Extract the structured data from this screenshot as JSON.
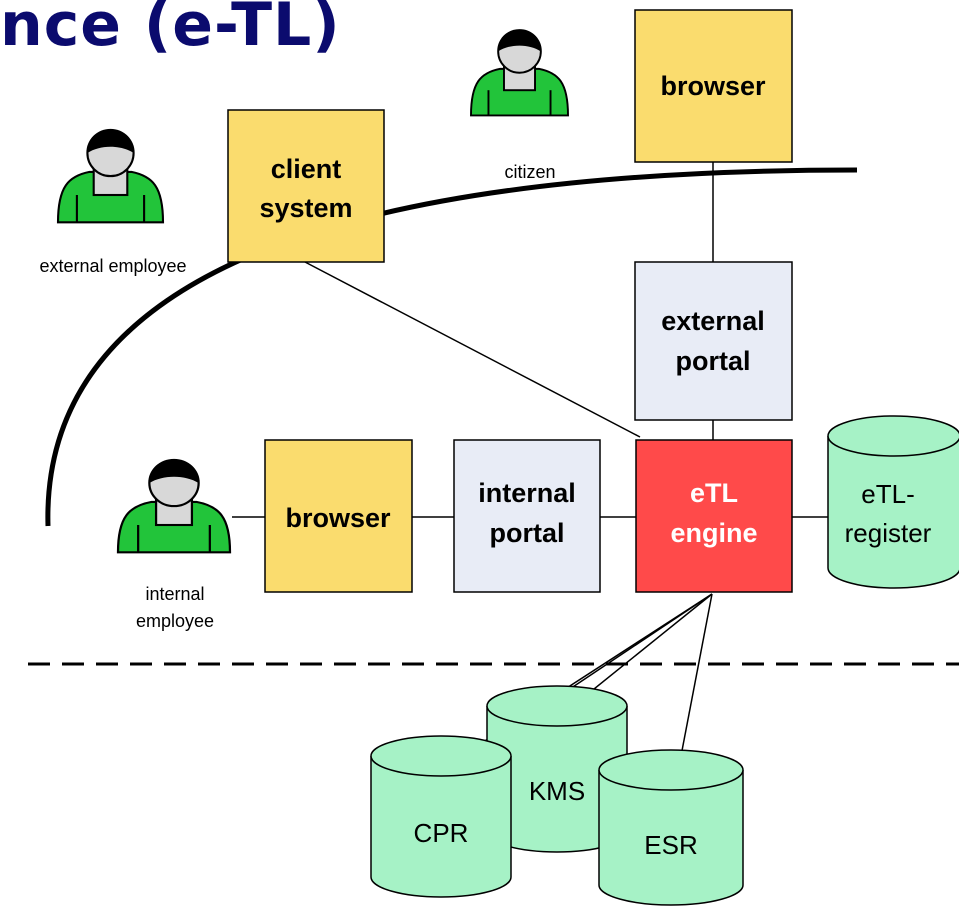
{
  "title": "nce (e-TL)",
  "nodes": {
    "browser_top": "browser",
    "client_system": [
      "client",
      "system"
    ],
    "external_portal": [
      "external",
      "portal"
    ],
    "browser_mid": "browser",
    "internal_portal": [
      "internal",
      "portal"
    ],
    "etl_engine": [
      "eTL",
      "engine"
    ],
    "etl_register": [
      "eTL-",
      "register"
    ],
    "cpr": "CPR",
    "kms": "KMS",
    "esr": "ESR"
  },
  "people": {
    "citizen": "citizen",
    "external_employee": "external employee",
    "internal_employee": [
      "internal",
      "employee"
    ]
  },
  "colors": {
    "title": "#0b0b6e",
    "yellow_box": "#fadc6e",
    "blue_box": "#e8ecf6",
    "red_box": "#ff4a4a",
    "green_db": "#a6f2c6",
    "person_green": "#22c43a",
    "person_gray": "#d8d8d8"
  }
}
